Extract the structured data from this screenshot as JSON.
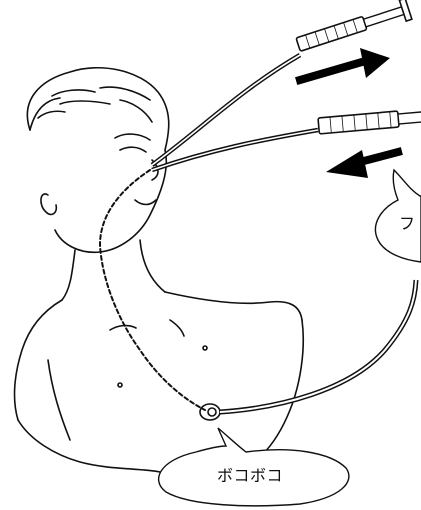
{
  "illustration": {
    "subject": "child-with-nasogastric-tube-and-syringes",
    "line_color": "#111111",
    "arrow_color": "#000000",
    "background": "#ffffff"
  },
  "callouts": {
    "stomach_sound": "ボコボコ",
    "air_sound_partial": "フ"
  },
  "icons": {
    "arrow_upper": "arrow-right-icon",
    "arrow_lower": "arrow-left-icon",
    "syringe_upper": "syringe-icon",
    "syringe_lower": "syringe-icon",
    "stethoscope": "stethoscope-icon"
  }
}
